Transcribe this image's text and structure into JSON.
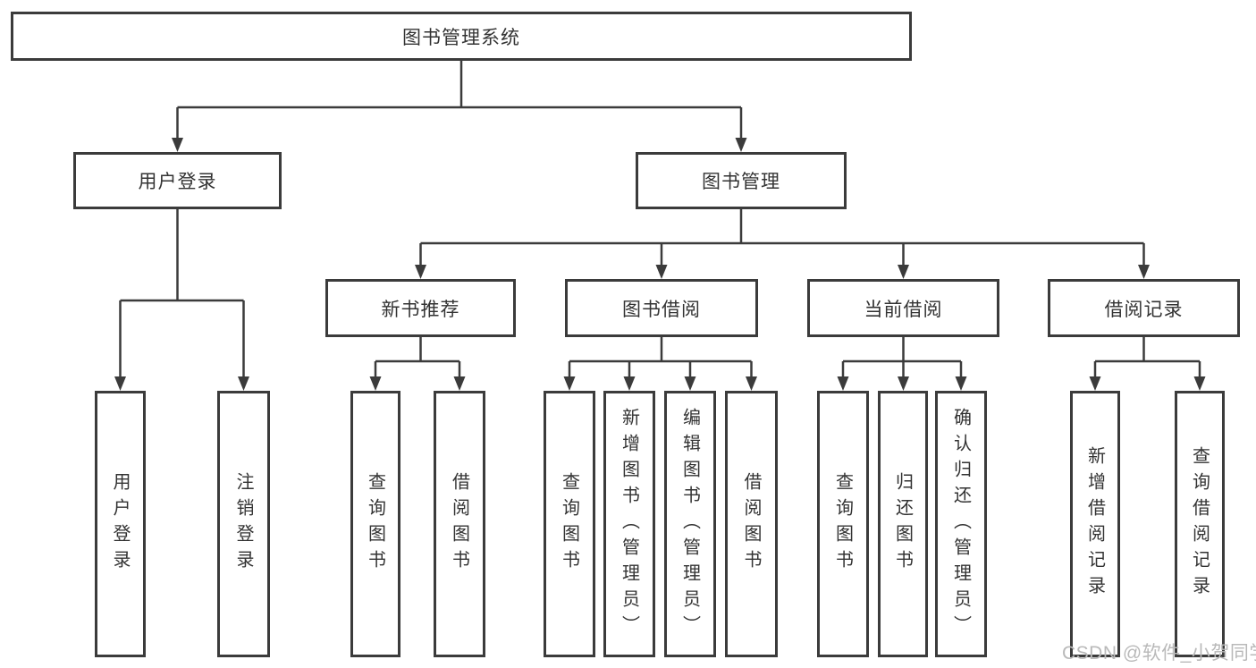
{
  "colors": {
    "stroke": "#3b3b3b",
    "text": "#333333",
    "watermark": "#b9b9b9",
    "box-bg": "#ffffff"
  },
  "tree": {
    "root": "图书管理系统",
    "branches": [
      {
        "label": "用户登录",
        "children": [
          "用户登录",
          "注销登录"
        ]
      },
      {
        "label": "图书管理",
        "children": [
          {
            "label": "新书推荐",
            "children": [
              "查询图书",
              "借阅图书"
            ]
          },
          {
            "label": "图书借阅",
            "children": [
              "查询图书",
              "新增图书（管理员）",
              "编辑图书（管理员）",
              "借阅图书"
            ]
          },
          {
            "label": "当前借阅",
            "children": [
              "查询图书",
              "归还图书",
              "确认归还（管理员）"
            ]
          },
          {
            "label": "借阅记录",
            "children": [
              "新增借阅记录",
              "查询借阅记录"
            ]
          }
        ]
      }
    ]
  },
  "watermark": {
    "text": "CSDN @软件_小贺同学"
  }
}
